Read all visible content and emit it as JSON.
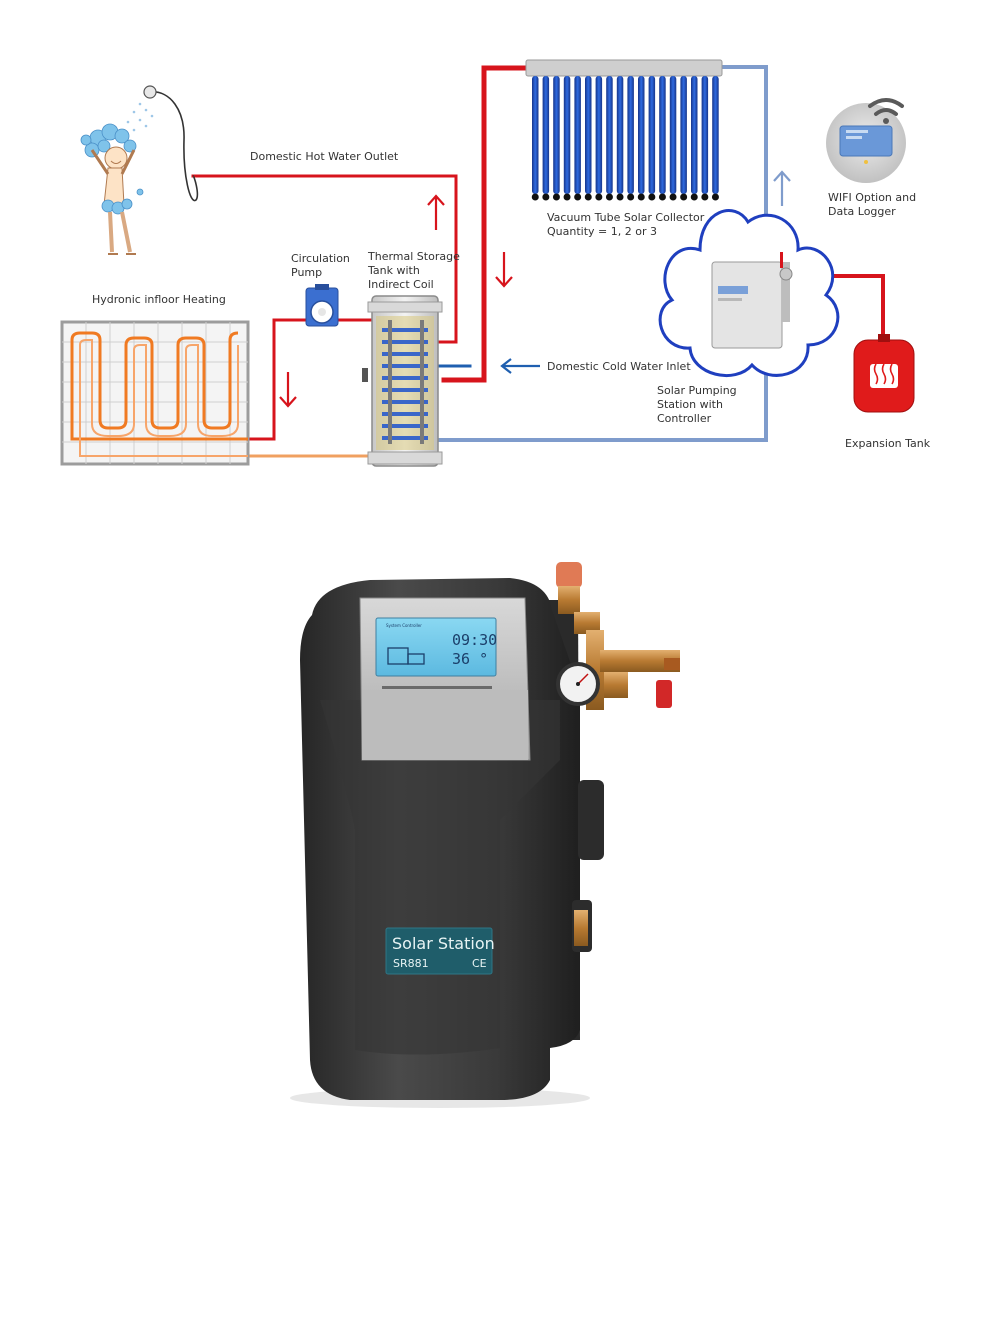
{
  "diagram": {
    "labels": {
      "domestic_hot_water_outlet": "Domestic Hot Water Outlet",
      "circulation_pump": [
        "Circulation",
        "Pump"
      ],
      "thermal_storage_tank": [
        "Thermal Storage",
        "Tank with",
        "Indirect Coil"
      ],
      "hydronic_heating": "Hydronic infloor Heating",
      "vacuum_tube_collector": [
        "Vacuum Tube Solar Collector",
        "Quantity = 1, 2 or 3"
      ],
      "wifi_logger": [
        "WIFI Option and",
        "Data Logger"
      ],
      "domestic_cold_water_inlet": "Domestic Cold Water Inlet",
      "solar_pumping_station": [
        "Solar Pumping",
        "Station with",
        "Controller"
      ],
      "expansion_tank": "Expansion Tank"
    },
    "colors": {
      "hot_pipe": "#d7141c",
      "cold_pipe": "#7f9ccc",
      "arrow_red": "#d7141c",
      "arrow_blue": "#1f5fb0",
      "collector_tube": "#1e4fb8",
      "heating_loop": "#f07a22",
      "cloud_outline": "#1f3fbf",
      "expansion_tank": "#e01b1b"
    }
  },
  "product": {
    "plate_title": "Solar Station",
    "plate_model": "SR881",
    "plate_mark": "CE",
    "controller": {
      "header": "System Controller",
      "time": "09:30",
      "temp": "36 °",
      "colors": {
        "lcd_bg": "#7fd0ee",
        "body": "#3a3a3a",
        "plate": "#1f5d6a"
      }
    }
  }
}
